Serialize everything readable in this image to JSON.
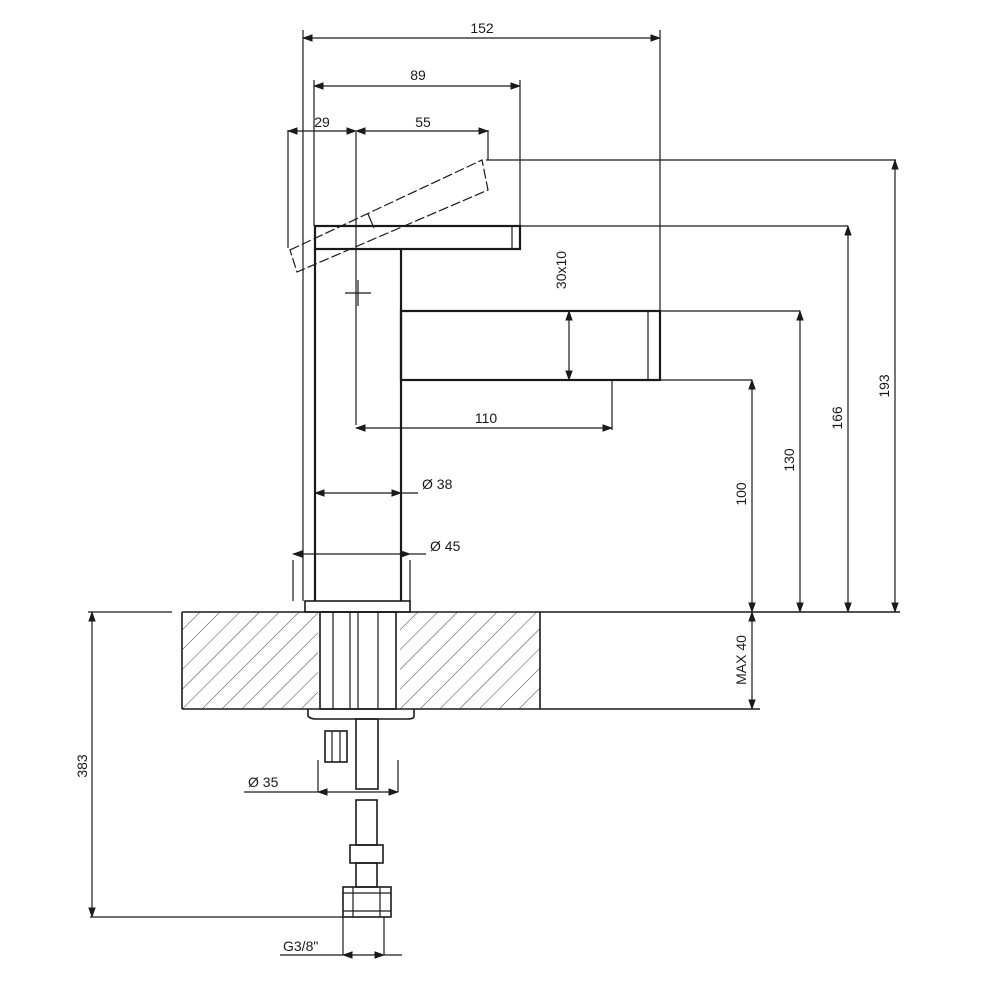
{
  "drawing": {
    "dimensions": {
      "overall_width": "152",
      "handle_reach": "89",
      "handle_offset": "29",
      "handle_length": "55",
      "spout_section": "30x10",
      "spout_reach": "110",
      "body_diameter": "Ø 38",
      "base_diameter": "Ø 45",
      "spout_height": "100",
      "spout_top_height": "130",
      "body_height": "166",
      "handle_height": "193",
      "max_deck": "MAX 40",
      "total_length": "383",
      "shank_diameter": "Ø 35",
      "connection": "G3/8\""
    }
  }
}
